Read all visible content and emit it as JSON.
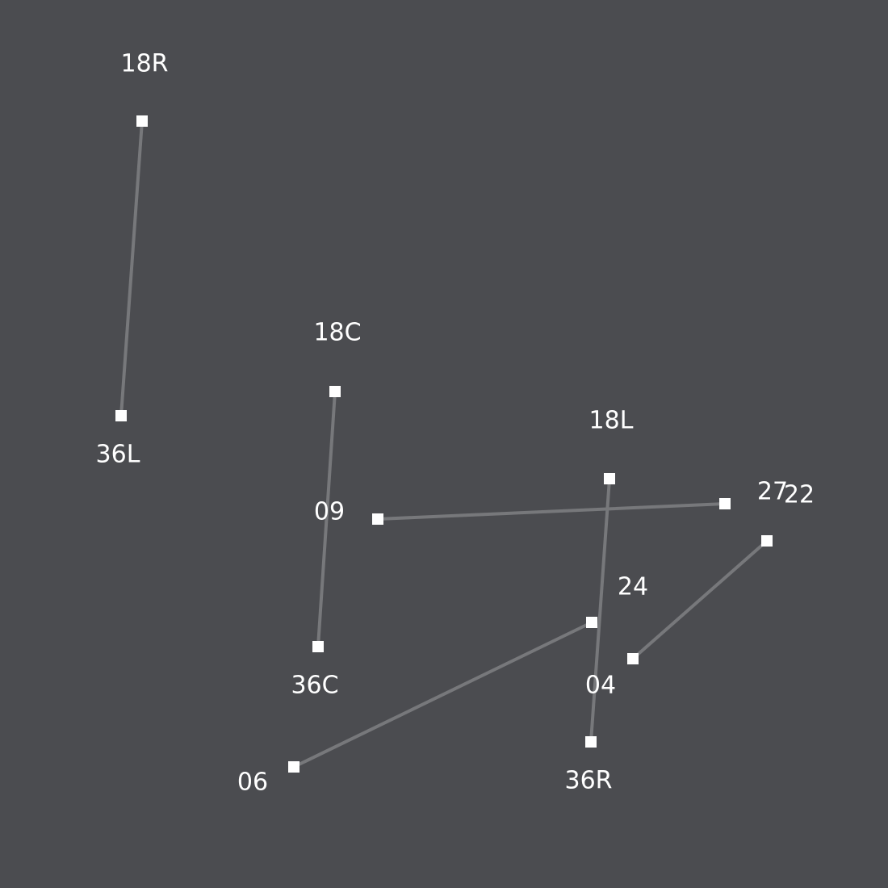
{
  "diagram": {
    "runways": [
      {
        "name": "18R/36L",
        "ends": [
          {
            "label": "18R"
          },
          {
            "label": "36L"
          }
        ]
      },
      {
        "name": "18C/36C",
        "ends": [
          {
            "label": "18C"
          },
          {
            "label": "36C"
          }
        ]
      },
      {
        "name": "18L/36R",
        "ends": [
          {
            "label": "18L"
          },
          {
            "label": "36R"
          }
        ]
      },
      {
        "name": "09/27",
        "ends": [
          {
            "label": "09"
          },
          {
            "label": "27"
          }
        ]
      },
      {
        "name": "06/24",
        "ends": [
          {
            "label": "06"
          },
          {
            "label": "24"
          }
        ]
      },
      {
        "name": "04/22",
        "ends": [
          {
            "label": "04"
          },
          {
            "label": "22"
          }
        ]
      }
    ],
    "colors": {
      "background": "#4b4c50",
      "runway": "#77787b",
      "marker": "#ffffff",
      "label": "#ffffff"
    }
  }
}
